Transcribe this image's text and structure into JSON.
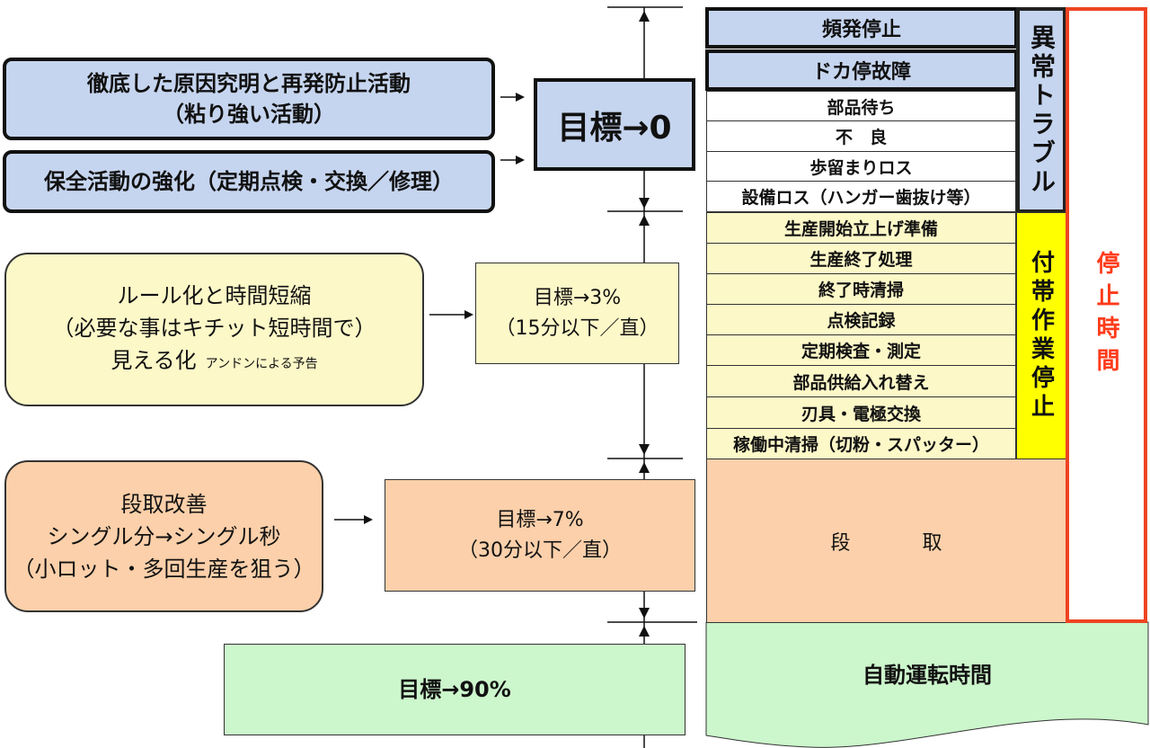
{
  "left_actions": {
    "abnormal_cause": {
      "line1": "徹底した原因究明と再発防止活動",
      "line2": "（粘り強い活動）"
    },
    "maintenance": {
      "line1": "保全活動の強化（定期点検・交換／修理）"
    },
    "rule": {
      "line1": "ルール化と時間短縮",
      "line2": "（必要な事はキチット短時間で）",
      "line3_main": "見える化",
      "line3_note": "アンドンによる予告"
    },
    "setup": {
      "line1": "段取改善",
      "line2": "シングル分→シングル秒",
      "line3": "（小ロット・多回生産を狙う）"
    }
  },
  "targets": {
    "zero": "目標→0",
    "three": {
      "line1": "目標→3%",
      "line2": "（15分以下／直）"
    },
    "seven": {
      "line1": "目標→7%",
      "line2": "（30分以下／直）"
    },
    "ninety": "目標→90%"
  },
  "breakdown": {
    "abnormal": {
      "label": "異常トラブル",
      "items": [
        "頻発停止",
        "ドカ停故障",
        "部品待ち",
        "不　良",
        "歩留まりロス",
        "設備ロス（ハンガー歯抜け等）"
      ]
    },
    "ancillary": {
      "label": "付帯作業停止",
      "items": [
        "生産開始立上げ準備",
        "生産終了処理",
        "終了時清掃",
        "点検記録",
        "定期検査・測定",
        "部品供給入れ替え",
        "刃具・電極交換",
        "稼働中清掃（切粉・スパッター）"
      ]
    },
    "setup": "段　　取",
    "stop_time": "停止時間",
    "auto_run": "自動運転時間"
  },
  "colors": {
    "blue": "#c6d5ef",
    "lyellow": "#fdf8c8",
    "yellow": "#ffff00",
    "peach": "#fbd0aa",
    "green": "#ccf6cc",
    "red": "#ee4422",
    "redtext": "#ff3b1a"
  }
}
